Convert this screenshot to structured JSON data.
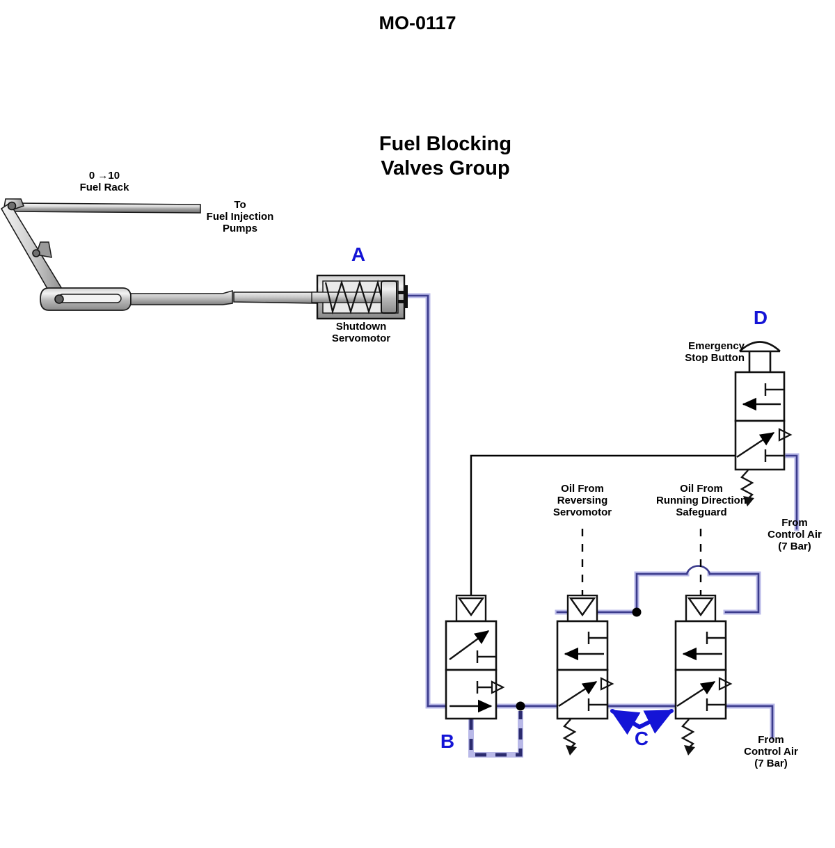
{
  "document": {
    "code": "MO-0117",
    "group_title": "Fuel Blocking\nValves Group"
  },
  "colors": {
    "pipe_air": "#3b3b8c",
    "pipe_highlight": "#b9b9e8",
    "tag_blue": "#1414d6",
    "arrow_blue": "#1414d6",
    "line_black": "#000000",
    "metal_light": "#e8e8e8",
    "metal_dark": "#8f8f8f"
  },
  "linkage": {
    "fuel_rack_label": "0 →10\nFuel Rack",
    "to_pumps_label": "To\nFuel Injection\nPumps"
  },
  "components": [
    {
      "tag": "A",
      "name": "Shutdown\nServomotor",
      "type": "spring-return-cylinder"
    },
    {
      "tag": "B",
      "name": "",
      "type": "3-2-way-pilot-valve"
    },
    {
      "tag": "C",
      "name": "",
      "type": "3-2-way-pilot-valve-pair"
    },
    {
      "tag": "D",
      "name": "Emergency\nStop Button",
      "type": "3-2-way-push-button-valve"
    }
  ],
  "signal_labels": {
    "oil_reversing": "Oil From\nReversing\nServomotor",
    "oil_running_direction": "Oil From\nRunning Direction\nSafeguard",
    "control_air_top": "From\nControl Air\n(7 Bar)",
    "control_air_bottom": "From\nControl Air\n(7 Bar)"
  },
  "tags": {
    "a": "A",
    "b": "B",
    "c": "C",
    "d": "D"
  }
}
